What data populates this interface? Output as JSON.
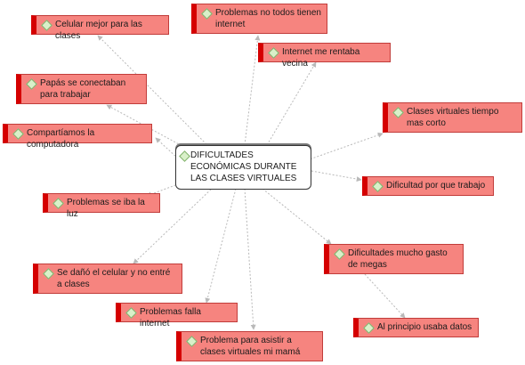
{
  "central": {
    "label": "DIFICULTADES ECONÓMICAS DURANTE LAS CLASES VIRTUALES"
  },
  "topics": {
    "celular": "Celular mejor para las clases",
    "papas": "Papás se conectaban para trabajar",
    "compartiamos": "Compartíamos la computadora",
    "luz": "Problemas se iba la luz",
    "celular_danado": "Se dañó el celular y no entré a clases",
    "falla_internet": "Problemas falla internet",
    "asistir": "Problema para asistir a clases virtuales mi mamá",
    "no_internet": "Problemas no todos tienen internet",
    "vecina": "Internet me rentaba vecina",
    "tiempo_corto": "Clases virtuales tiempo mas corto",
    "trabajo": "Dificultad por que trabajo",
    "gasto_megas": "Dificultades mucho gasto de megas",
    "datos": "Al principio usaba datos"
  },
  "icons": {
    "topic_marker": "diamond-icon",
    "link_color": "#b9b9b9"
  }
}
